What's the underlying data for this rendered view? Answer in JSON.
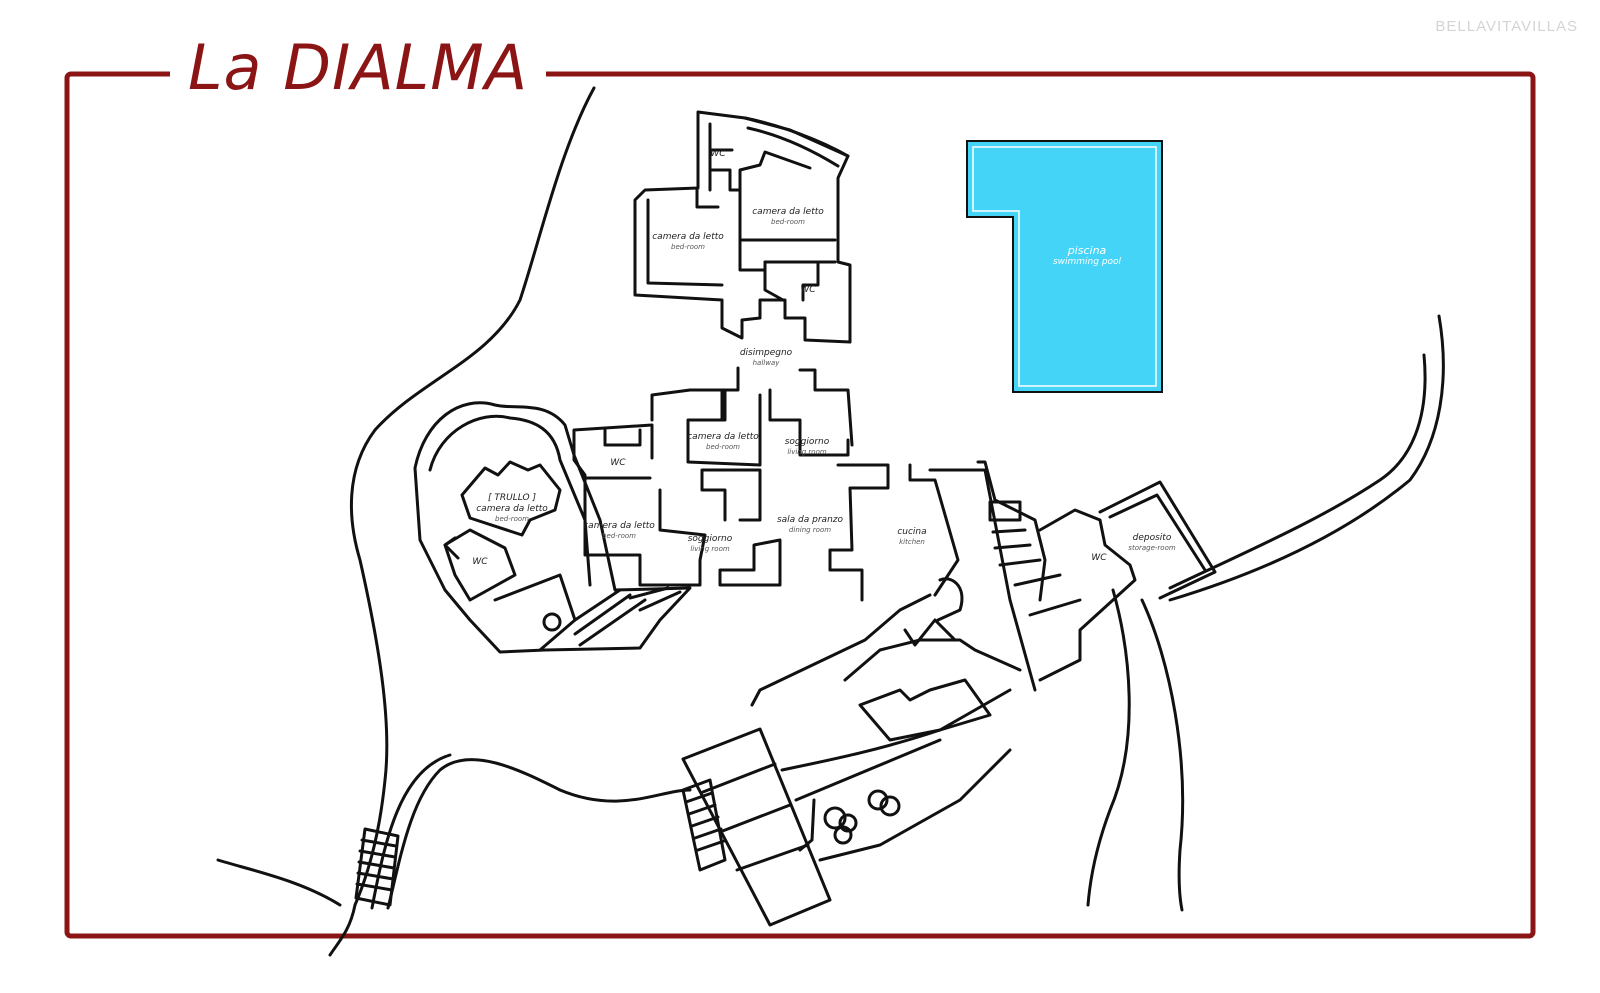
{
  "title": "La DIALMA",
  "watermark": "BELLAVITAVILLAS",
  "colors": {
    "frame": "#8b1414",
    "pool": "#44d4f8",
    "walls": "#111111"
  },
  "rooms": {
    "wc_top": "WC",
    "bed_top_left": {
      "it": "camera da letto",
      "en": "bed-room"
    },
    "bed_top_right": {
      "it": "camera da letto",
      "en": "bed-room"
    },
    "wc_top_right": "WC",
    "hallway": {
      "it": "disimpegno",
      "en": "hallway"
    },
    "pool": {
      "it": "piscina",
      "en": "swimming pool"
    },
    "bed_center": {
      "it": "camera da letto",
      "en": "bed-room"
    },
    "living_center": {
      "it": "soggiorno",
      "en": "living room"
    },
    "wc_mid": "WC",
    "trullo_label": "[ TRULLO ]",
    "bed_trullo": {
      "it": "camera da letto",
      "en": "bed-room"
    },
    "wc_trullo": "WC",
    "bed_left": {
      "it": "camera da letto",
      "en": "bed-room"
    },
    "living_lower": {
      "it": "soggiorno",
      "en": "living room"
    },
    "dining": {
      "it": "sala da pranzo",
      "en": "dining room"
    },
    "kitchen": {
      "it": "cucina",
      "en": "kitchen"
    },
    "wc_right": "WC",
    "storage": {
      "it": "deposito",
      "en": "storage-room"
    }
  }
}
